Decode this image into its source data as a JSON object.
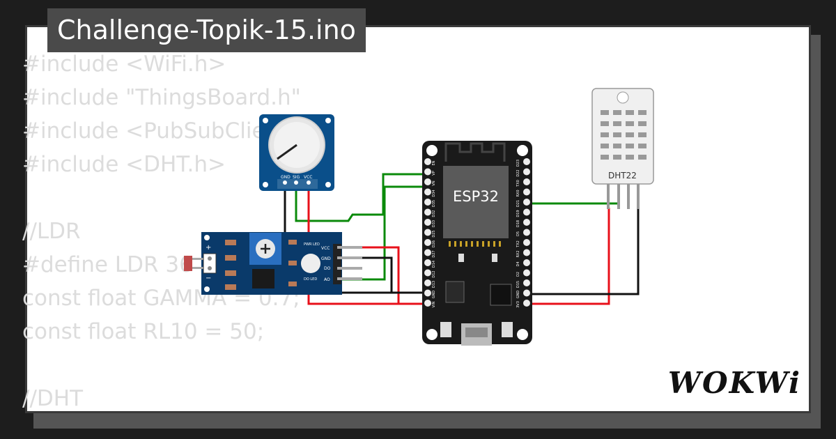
{
  "project_title": "Challenge-Topik-15.ino",
  "code_lines": [
    "#include <WiFi.h>",
    "#include \"ThingsBoard.h\"",
    "#include <PubSubClient.h>",
    "#include <DHT.h>",
    "",
    "//LDR",
    "#define LDR 36",
    "const float GAMMA = 0.7;",
    "const float RL10 = 50;",
    "",
    "//DHT"
  ],
  "brand": "WOKWi",
  "components": {
    "potentiometer": {
      "pins": [
        "GND",
        "SIG",
        "VCC"
      ]
    },
    "ldr_module": {
      "pins": [
        "VCC",
        "GND",
        "DO",
        "AO"
      ],
      "pwr_label": "PWR LED",
      "do_label": "DO LED",
      "plus": "+",
      "minus": "−"
    },
    "esp32": {
      "label": "ESP32",
      "left_pins": [
        "EN",
        "VP",
        "VN",
        "D34",
        "D35",
        "D32",
        "D33",
        "D25",
        "D26",
        "D27",
        "D14",
        "D12",
        "D13",
        "GND",
        "VIN"
      ],
      "right_pins": [
        "D23",
        "D22",
        "TX0",
        "RX0",
        "D21",
        "D19",
        "D18",
        "D5",
        "TX2",
        "RX2",
        "D4",
        "D2",
        "D15",
        "GND",
        "3V3"
      ]
    },
    "dht22": {
      "label": "DHT22"
    }
  },
  "colors": {
    "wire_green": "#0a8a0a",
    "wire_red": "#e8101a",
    "wire_black": "#111111",
    "board_blue": "#0a4f8a",
    "esp_black": "#1a1a1a"
  }
}
